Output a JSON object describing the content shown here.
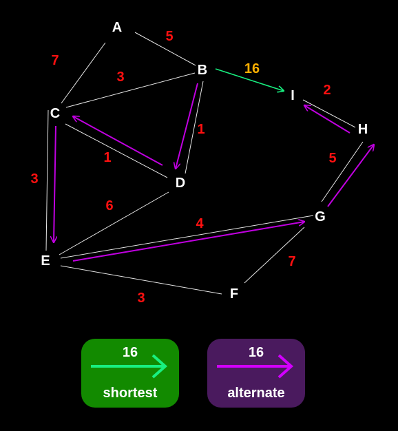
{
  "nodes": [
    {
      "id": "A",
      "label": "A"
    },
    {
      "id": "B",
      "label": "B"
    },
    {
      "id": "C",
      "label": "C"
    },
    {
      "id": "D",
      "label": "D"
    },
    {
      "id": "E",
      "label": "E"
    },
    {
      "id": "F",
      "label": "F"
    },
    {
      "id": "G",
      "label": "G"
    },
    {
      "id": "H",
      "label": "H"
    },
    {
      "id": "I",
      "label": "I"
    }
  ],
  "edges": [
    {
      "from": "A",
      "to": "B",
      "weight": "5"
    },
    {
      "from": "A",
      "to": "C",
      "weight": "7"
    },
    {
      "from": "B",
      "to": "C",
      "weight": "3"
    },
    {
      "from": "B",
      "to": "D",
      "weight": "1"
    },
    {
      "from": "B",
      "to": "I",
      "weight": "16"
    },
    {
      "from": "C",
      "to": "D",
      "weight": "1"
    },
    {
      "from": "C",
      "to": "E",
      "weight": "3"
    },
    {
      "from": "D",
      "to": "E",
      "weight": "6"
    },
    {
      "from": "E",
      "to": "G",
      "weight": "4"
    },
    {
      "from": "E",
      "to": "F",
      "weight": "3"
    },
    {
      "from": "F",
      "to": "G",
      "weight": "7"
    },
    {
      "from": "G",
      "to": "H",
      "weight": "5"
    },
    {
      "from": "H",
      "to": "I",
      "weight": "2"
    }
  ],
  "shortest_path": [
    "B",
    "I"
  ],
  "alternate_path": [
    "B",
    "D",
    "C",
    "E",
    "G",
    "H",
    "I"
  ],
  "legend": {
    "shortest": {
      "value": "16",
      "label": "shortest",
      "box_color": "#128a00",
      "arrow_color": "#18f080"
    },
    "alternate": {
      "value": "16",
      "label": "alternate",
      "box_color": "#4a1a5e",
      "arrow_color": "#d200ff"
    }
  },
  "colors": {
    "edge": "#e6e6e6",
    "weight": "#ff1010",
    "highlight_weight": "#ffb000",
    "shortest": "#18f080",
    "alternate": "#c000e0",
    "background": "#000000"
  }
}
